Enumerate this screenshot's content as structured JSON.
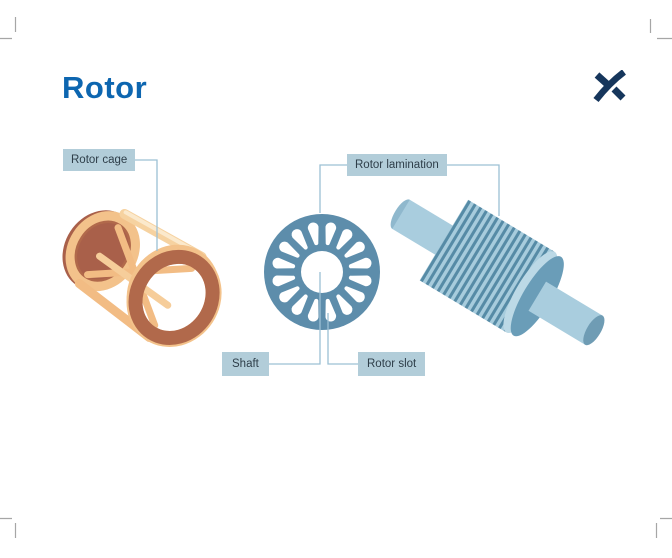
{
  "page": {
    "title": "Rotor"
  },
  "brand": {
    "logo_icon": "grundfos-x-logo",
    "logo_color": "#16365c"
  },
  "callouts": {
    "rotor_cage": "Rotor cage",
    "rotor_lamination": "Rotor lamination",
    "shaft": "Shaft",
    "rotor_slot": "Rotor slot"
  },
  "lamination": {
    "slot_count": 16
  },
  "colors": {
    "title": "#0d66b0",
    "callout_fill": "#b2cdd9",
    "callout_text": "#2e3e49",
    "leader_line": "#9cc0d4",
    "lamination_blue": "#5d8dab",
    "rotor_body_light": "#a7ccdd",
    "rotor_body_dark": "#568ba6",
    "rotor_end_cap": "#6a9db8",
    "shaft_light": "#a9cdde",
    "cage_cream": "#f8dcb4",
    "cage_tan": "#f2bc84",
    "cage_brown": "#b1694b",
    "crop_mark": "#a6a6a6"
  }
}
